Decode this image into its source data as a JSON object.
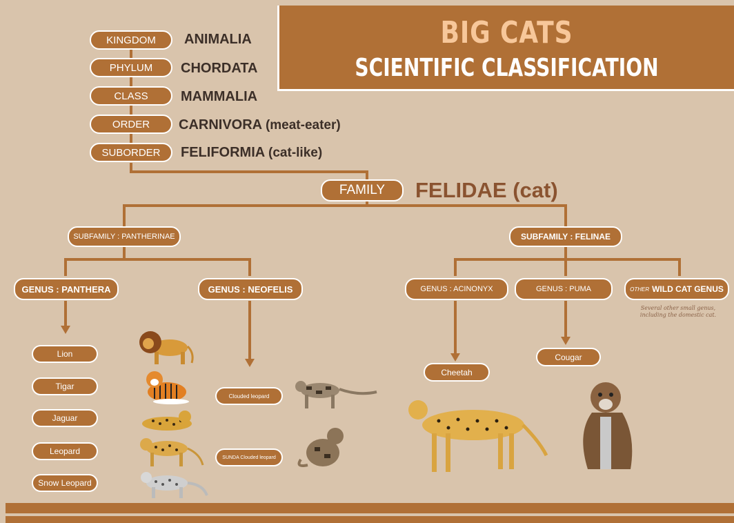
{
  "title": {
    "line1": "BIG CATS",
    "line2": "SCIENTIFIC CLASSIFICATION"
  },
  "ranks": [
    {
      "label": "KINGDOM",
      "value": "ANIMALIA",
      "note": ""
    },
    {
      "label": "PHYLUM",
      "value": "CHORDATA",
      "note": ""
    },
    {
      "label": "CLASS",
      "value": "MAMMALIA",
      "note": ""
    },
    {
      "label": "ORDER",
      "value": "CARNIVORA",
      "note": "(meat-eater)"
    },
    {
      "label": "SUBORDER",
      "value": "FELIFORMIA",
      "note": "(cat-like)"
    }
  ],
  "family": {
    "label": "FAMILY",
    "value": "FELIDAE (cat)"
  },
  "subfamilies": {
    "left": "SUBFAMILY : PANTHERINAE",
    "right": "SUBFAMILY : FELINAE"
  },
  "genera": {
    "panthera": "GENUS : PANTHERA",
    "neofelis": "GENUS : NEOFELIS",
    "acinonyx": "GENUS : ACINONYX",
    "puma": "GENUS : PUMA",
    "other_prefix": "OTHER",
    "other": "WILD CAT GENUS",
    "other_note": "Several other small genus, including the domestic cat."
  },
  "species": {
    "panthera": [
      "Lion",
      "Tigar",
      "Jaguar",
      "Leopard",
      "Snow Leopard"
    ],
    "neofelis": [
      "Clouded leopard",
      "SUNDA Clouded leopard"
    ],
    "acinonyx": "Cheetah",
    "puma": "Cougar"
  },
  "animal_icons": [
    "lion-icon",
    "tiger-icon",
    "jaguar-icon",
    "leopard-icon",
    "snow-leopard-icon",
    "clouded-leopard-icon",
    "sunda-clouded-leopard-icon",
    "cheetah-icon",
    "cougar-icon"
  ],
  "colors": {
    "background": "#d9c4ac",
    "brand": "#b07036",
    "title_accent": "#f7c79a",
    "text_dark": "#3c2f28",
    "family_text": "#8a5330"
  }
}
